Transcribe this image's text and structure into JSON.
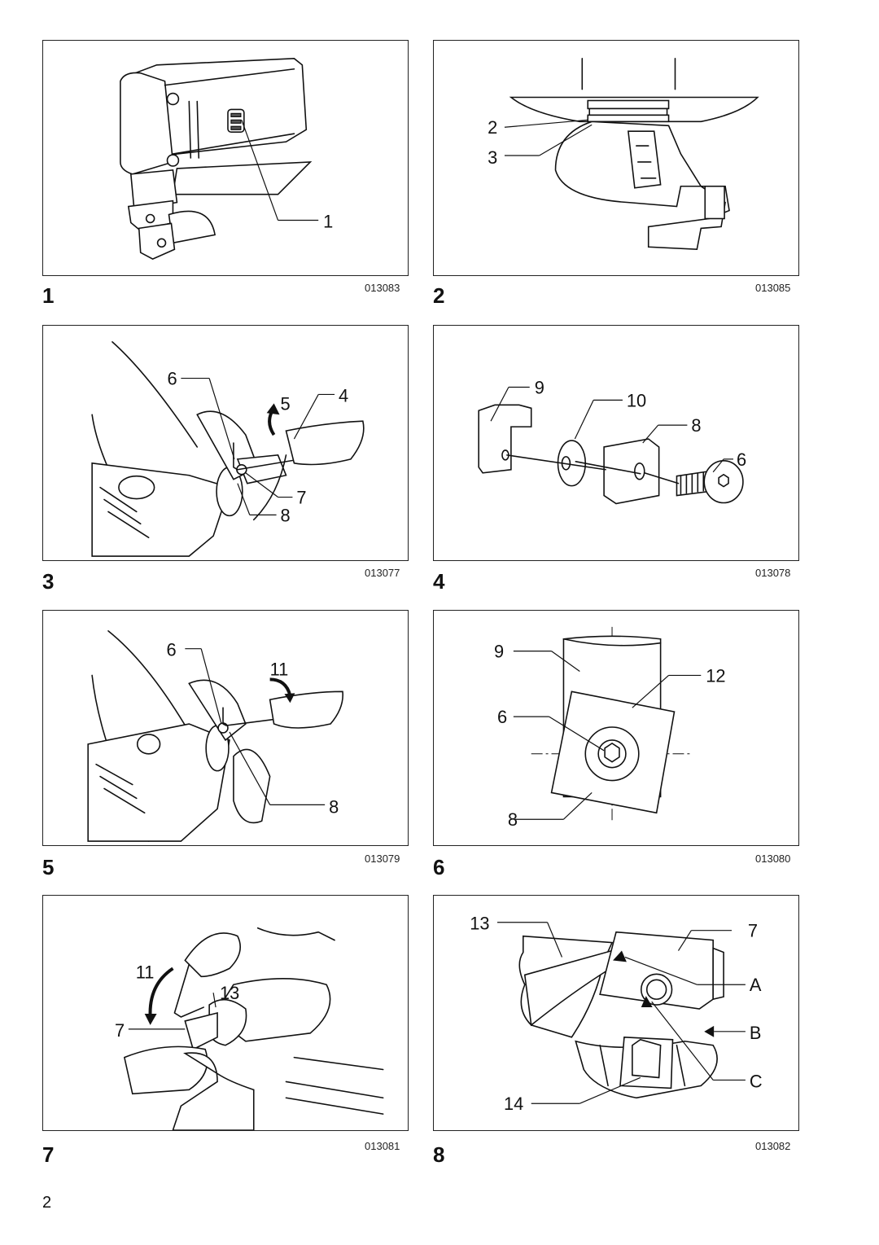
{
  "page_number": "2",
  "figures": [
    {
      "number": "1",
      "code": "013083",
      "callouts": [
        "1"
      ]
    },
    {
      "number": "2",
      "code": "013085",
      "callouts": [
        "2",
        "3"
      ]
    },
    {
      "number": "3",
      "code": "013077",
      "callouts": [
        "6",
        "5",
        "4",
        "7",
        "8"
      ]
    },
    {
      "number": "4",
      "code": "013078",
      "callouts": [
        "9",
        "10",
        "8",
        "6"
      ]
    },
    {
      "number": "5",
      "code": "013079",
      "callouts": [
        "6",
        "11",
        "8"
      ]
    },
    {
      "number": "6",
      "code": "013080",
      "callouts": [
        "9",
        "12",
        "6",
        "8"
      ]
    },
    {
      "number": "7",
      "code": "013081",
      "callouts": [
        "11",
        "13",
        "7"
      ]
    },
    {
      "number": "8",
      "code": "013082",
      "callouts": [
        "13",
        "7",
        "A",
        "B",
        "C",
        "14"
      ]
    }
  ]
}
